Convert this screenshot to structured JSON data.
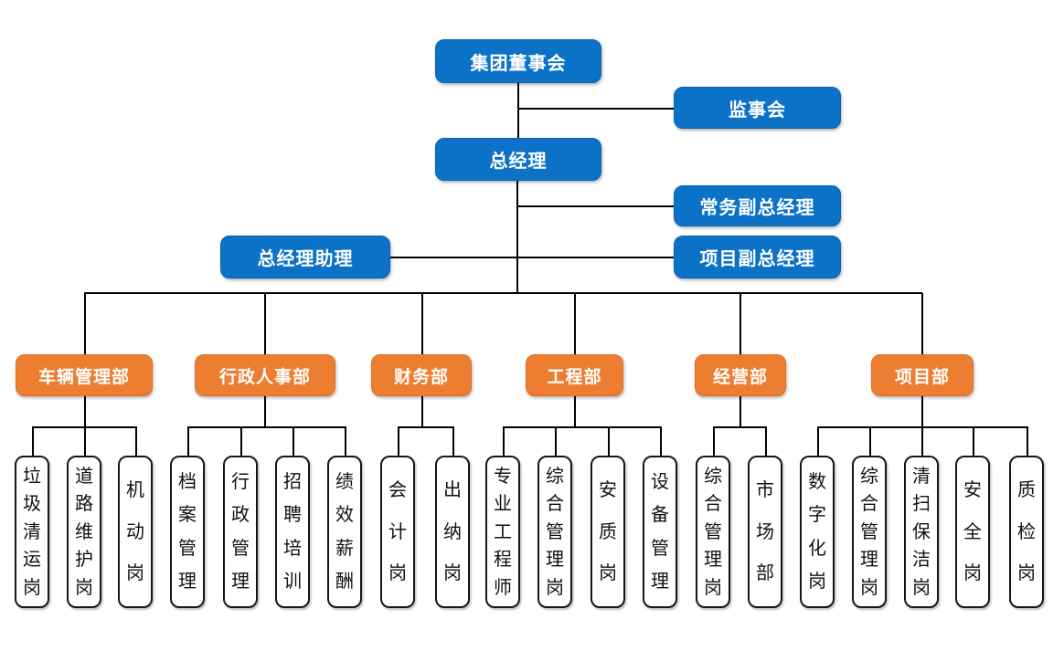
{
  "diagram_type": "org-chart",
  "colors": {
    "executive_node_blue": "#0b72c7",
    "department_node_orange": "#ed7d31",
    "position_box_border": "#161616",
    "connector_line": "#000000",
    "background": "#ffffff"
  },
  "executives": {
    "board": "集团董事会",
    "supervisory_board": "监事会",
    "general_manager": "总经理",
    "executive_deputy_gm": "常务副总经理",
    "gm_assistant": "总经理助理",
    "project_deputy_gm": "项目副总经理"
  },
  "departments": [
    {
      "name": "车辆管理部",
      "positions": [
        "垃圾清运岗",
        "道路维护岗",
        "机动岗"
      ]
    },
    {
      "name": "行政人事部",
      "positions": [
        "档案管理",
        "行政管理",
        "招聘培训",
        "绩效薪酬"
      ]
    },
    {
      "name": "财务部",
      "positions": [
        "会计岗",
        "出纳岗"
      ]
    },
    {
      "name": "工程部",
      "positions": [
        "专业工程师",
        "综合管理岗",
        "安质岗",
        "设备管理"
      ]
    },
    {
      "name": "经营部",
      "positions": [
        "综合管理岗",
        "市场部"
      ]
    },
    {
      "name": "项目部",
      "positions": [
        "数字化岗",
        "综合管理岗",
        "清扫保洁岗",
        "安全岗",
        "质检岗"
      ]
    }
  ]
}
